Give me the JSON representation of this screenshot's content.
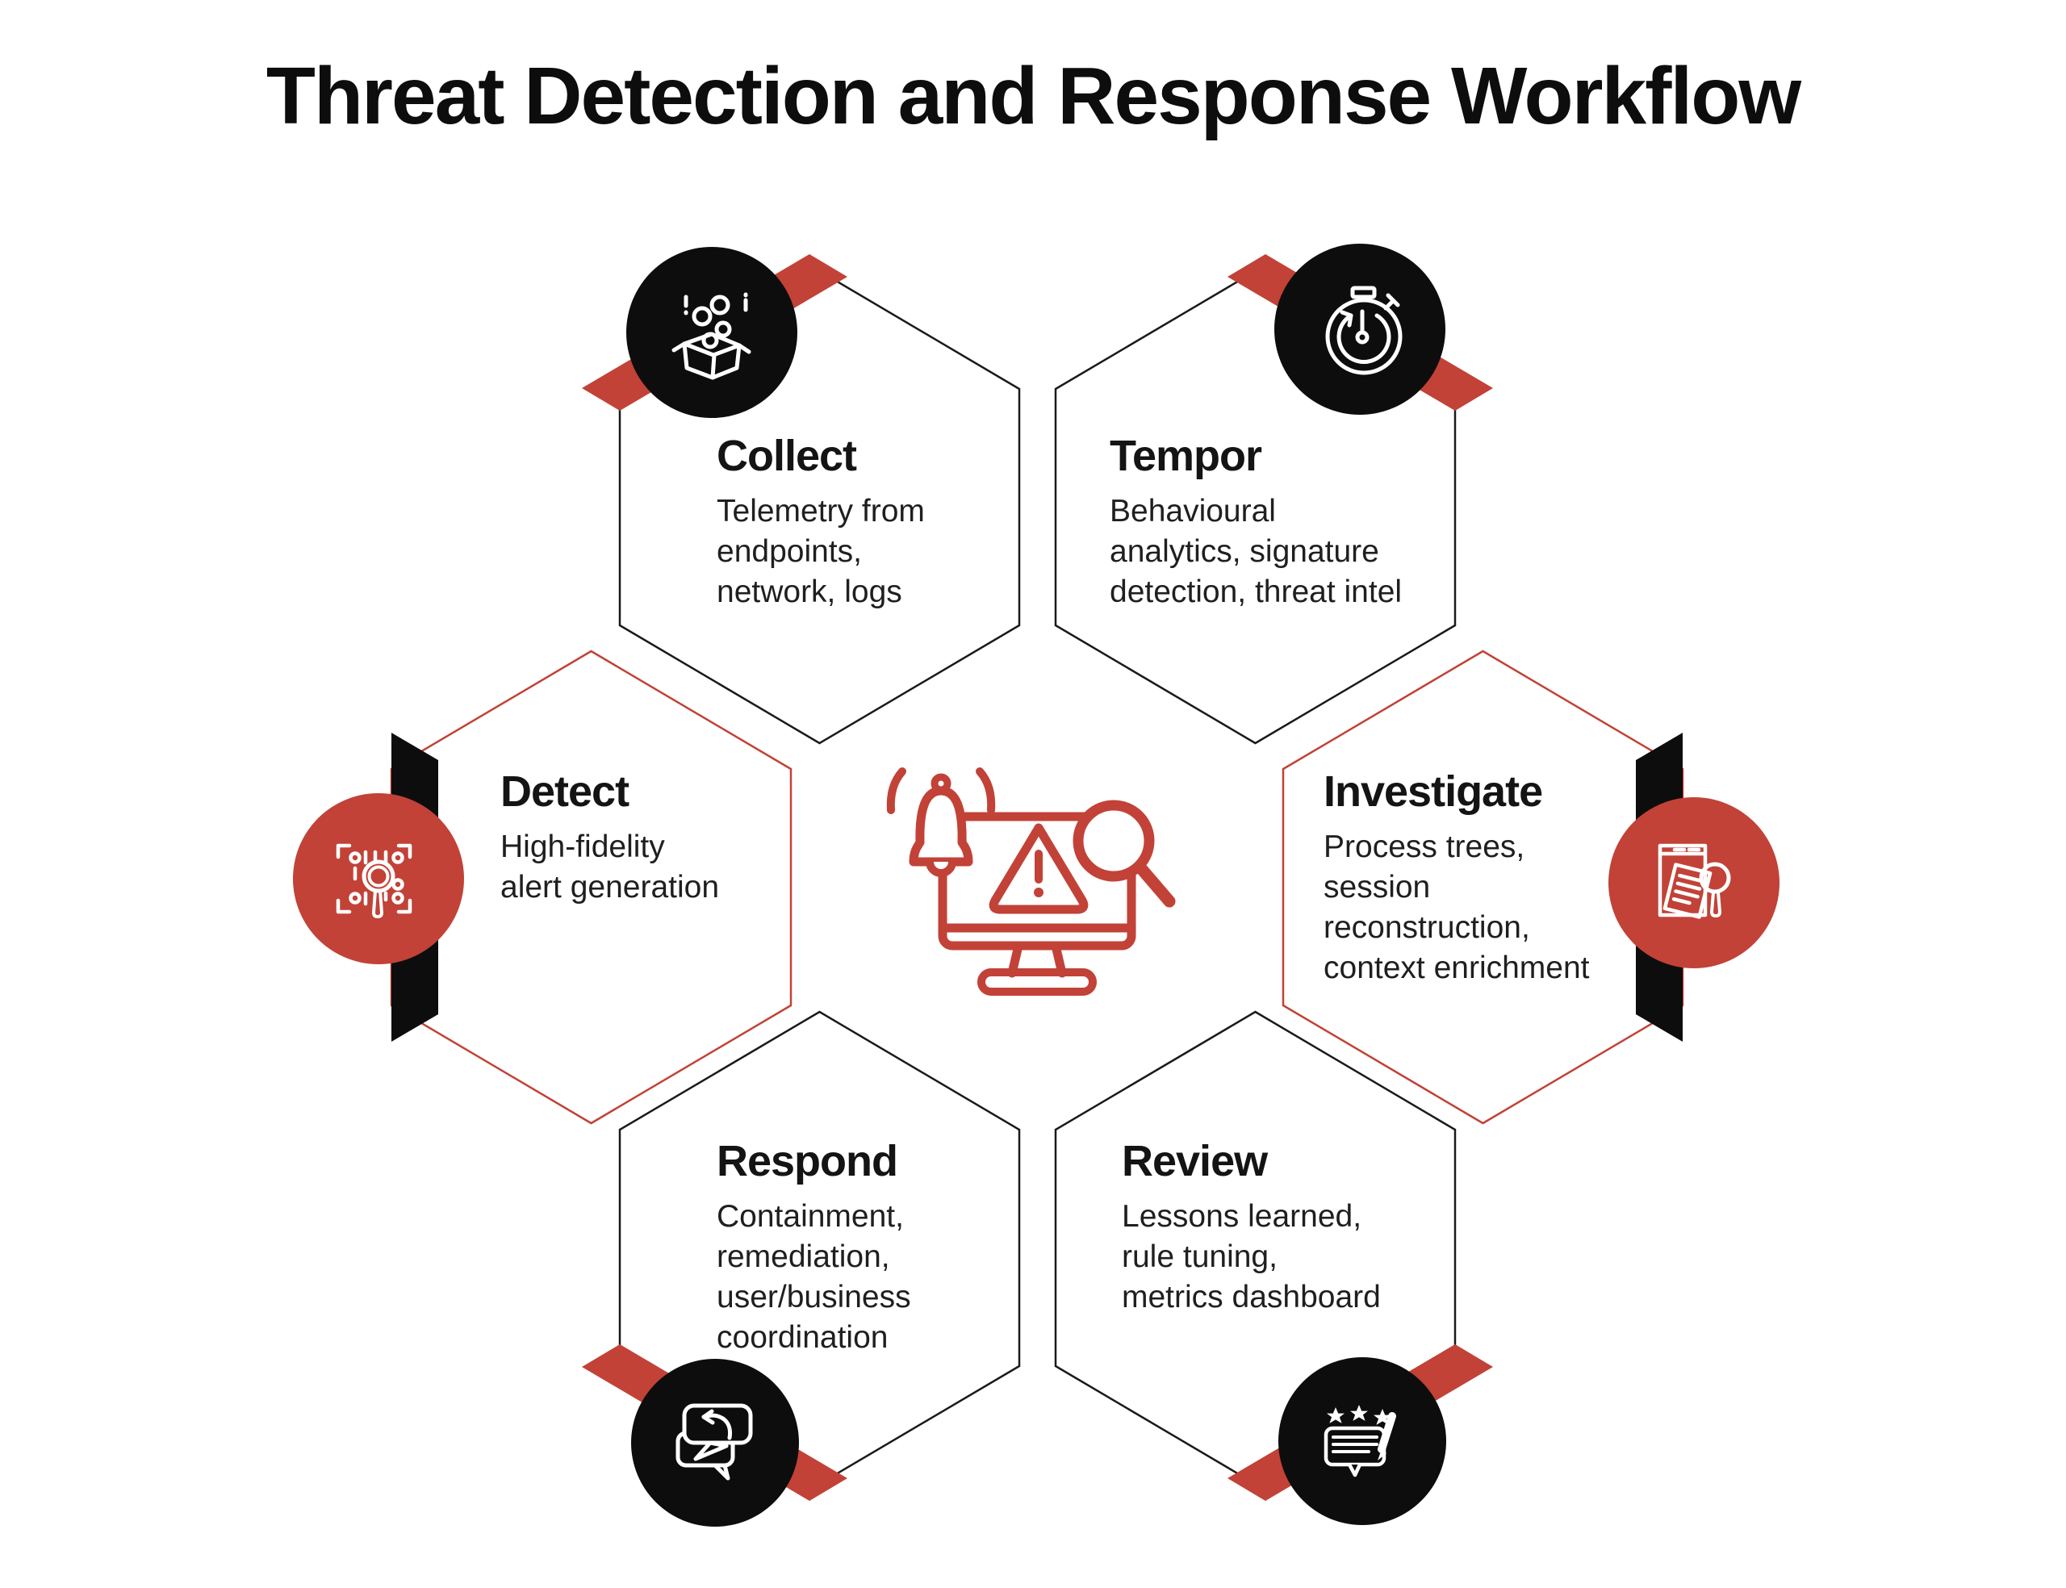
{
  "title": "Threat Detection and Response Workflow",
  "colors": {
    "accent_red": "#C24237",
    "badge_black": "#0D0D0D",
    "outline_black": "#1A1A1A",
    "text": "#1F1F1F",
    "background": "#FFFFFF",
    "icon_stroke": "#FFFFFF"
  },
  "center": {
    "icon": "alert-monitor-magnifier-icon",
    "parts": [
      "bell",
      "monitor",
      "warning-triangle",
      "magnifying-glass"
    ]
  },
  "steps": [
    {
      "id": "collect",
      "title": "Collect",
      "description": "Telemetry from\nendpoints,\nnetwork, logs",
      "icon": "open-box-collect-icon",
      "badge_color": "black",
      "outline_color": "black",
      "position": "top-left"
    },
    {
      "id": "tempor",
      "title": "Tempor",
      "description": "Behavioural\nanalytics, signature\ndetection, threat intel",
      "icon": "stopwatch-icon",
      "badge_color": "black",
      "outline_color": "black",
      "position": "top-right"
    },
    {
      "id": "detect",
      "title": "Detect",
      "description": "High-fidelity\nalert generation",
      "icon": "scan-magnifier-icon",
      "badge_color": "red",
      "outline_color": "red",
      "position": "middle-left"
    },
    {
      "id": "investigate",
      "title": "Investigate",
      "description": "Process trees,\nsession\nreconstruction,\ncontext enrichment",
      "icon": "document-search-icon",
      "badge_color": "red",
      "outline_color": "red",
      "position": "middle-right"
    },
    {
      "id": "respond",
      "title": "Respond",
      "description": "Containment,\nremediation,\nuser/business\ncoordination",
      "icon": "chat-reply-icon",
      "badge_color": "black",
      "outline_color": "black",
      "position": "bottom-left"
    },
    {
      "id": "review",
      "title": "Review",
      "description": "Lessons learned,\nrule tuning,\nmetrics dashboard",
      "icon": "feedback-stars-pencil-icon",
      "badge_color": "black",
      "outline_color": "black",
      "position": "bottom-right"
    }
  ]
}
